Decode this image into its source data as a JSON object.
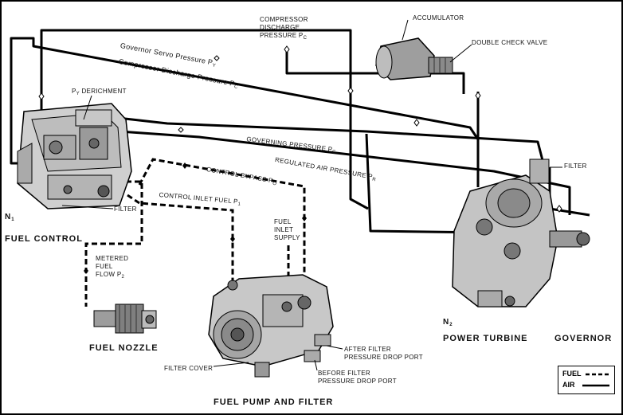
{
  "labels": {
    "compressor_discharge_pressure": "COMPRESSOR\nDISCHARGE\nPRESSURE P",
    "compressor_discharge_pressure_sub": "C",
    "accumulator": "ACCUMULATOR",
    "double_check_valve": "DOUBLE CHECK VALVE",
    "py_derichment": "P",
    "py_derichment_sub": "Y",
    "py_derichment_rest": " DERICHMENT",
    "filter_top_right": "FILTER",
    "filter_fuel_control": "FILTER",
    "n1": "N",
    "n1_sub": "1",
    "fuel_control": "FUEL CONTROL",
    "metered_fuel_flow": "METERED\nFUEL\nFLOW P",
    "metered_fuel_flow_sub": "2",
    "fuel_nozzle": "FUEL NOZZLE",
    "fuel_inlet_supply": "FUEL\nINLET\nSUPPLY",
    "filter_cover": "FILTER COVER",
    "after_filter": "AFTER FILTER\nPRESSURE DROP PORT",
    "before_filter": "BEFORE FILTER\nPRESSURE DROP PORT",
    "fuel_pump_and_filter": "FUEL PUMP AND FILTER",
    "n2": "N",
    "n2_sub": "2",
    "power_turbine": "POWER TURBINE",
    "governor": "GOVERNOR"
  },
  "lines": {
    "governor_servo_pressure": "Governor Servo Pressure P",
    "governor_servo_pressure_sub": "Y",
    "compressor_discharge_pressure": "Compressor Discharge Pressure  P",
    "compressor_discharge_pressure_sub": "C",
    "governing_pressure": "GOVERNING PRESSURE P",
    "governing_pressure_sub": "G",
    "regulated_air_pressure": "REGULATED AIR PRESSURE P",
    "regulated_air_pressure_sub": "R",
    "control_bypass": "CONTROL BYPASS P",
    "control_bypass_sub": "O",
    "control_inlet_fuel": "CONTROL INLET FUEL P",
    "control_inlet_fuel_sub": "1"
  },
  "legend": {
    "fuel": "FUEL",
    "air": "AIR"
  }
}
